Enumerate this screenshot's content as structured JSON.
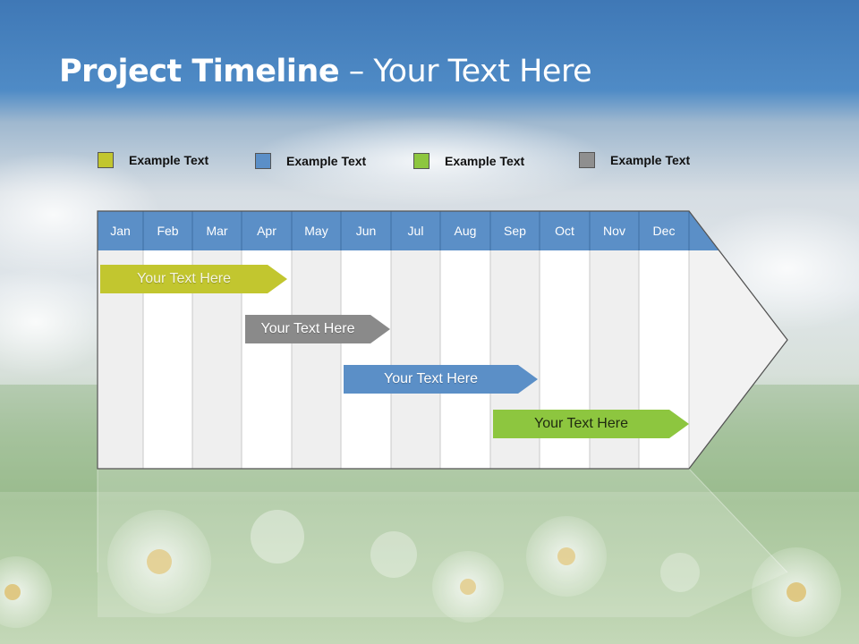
{
  "slide": {
    "title_bold": "Project Timeline",
    "title_rest": " – Your Text Here"
  },
  "legend": [
    {
      "label": "Example Text",
      "color": "#c2c62f"
    },
    {
      "label": "Example Text",
      "color": "#5b8fc7"
    },
    {
      "label": "Example Text",
      "color": "#8dc63f"
    },
    {
      "label": "Example Text",
      "color": "#8f8f8f"
    }
  ],
  "months": [
    "Jan",
    "Feb",
    "Mar",
    "Apr",
    "May",
    "Jun",
    "Jul",
    "Aug",
    "Sep",
    "Oct",
    "Nov",
    "Dec"
  ],
  "header_color": "#5b8fc7",
  "tasks": [
    {
      "label": "Your  Text Here",
      "color": "#c2c62f"
    },
    {
      "label": "Your  Text Here",
      "color": "#8a8a8a"
    },
    {
      "label": "Your  Text Here",
      "color": "#5b8fc7"
    },
    {
      "label": "Your  Text Here",
      "color": "#8dc63f"
    }
  ]
}
